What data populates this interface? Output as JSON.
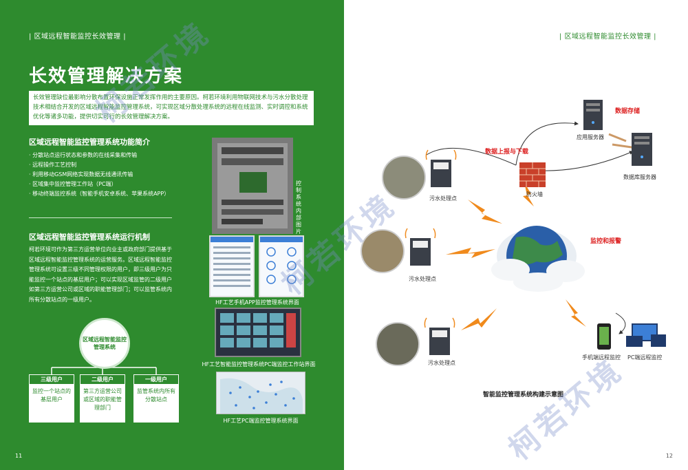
{
  "header": {
    "left": "| 区域远程智能监控长效管理 |",
    "right": "| 区域远程智能监控长效管理 |"
  },
  "title": "长效管理解决方案",
  "intro": "长效管理缺位最影响分散布置环保设施正常发挥作用的主要原因。柯若环境利用物联网技术与污水分散处理技术相结合开发的区域远程智能监控管理系统，可实现区域分散处理系统的远程在线监测、实时调控和系统优化等诸多功能，提供切实可行的长效管理解决方案。",
  "functions": {
    "title": "区域远程智能监控管理系统功能简介",
    "items": [
      "· 分散站点运行状态和参数的在线采集和传输",
      "· 远程操作工艺控制",
      "· 利用移动GSM网络实现数据无线通讯传输",
      "· 区域集中监控管理工作站（PC端）",
      "· 移动终端监控系统（智能手机安卓系统、苹果系统APP）"
    ]
  },
  "mechanism": {
    "title": "区域远程智能监控管理系统运行机制",
    "text": "柯若环境可作为第三方运营单位向业主或政府部门提供基于区域远程智能监控管理系统的运营服务。区域远程智能监控管理系统可设置三级不同管理权限的用户，即三级用户为只能监控一个站点的基层用户；可以实现区域监管的二级用户如第三方运营公司或区域的职能管理部门；可以监管系统内所有分散站点的一级用户。"
  },
  "org": {
    "center": "区域远程智能监控管理系统",
    "boxes": [
      {
        "head": "三级用户",
        "body": "监控一个站点的基层用户"
      },
      {
        "head": "二级用户",
        "body": "第三方运营公司或区域的职能管理部门"
      },
      {
        "head": "一级用户",
        "body": "监管系统内所有分散站点"
      }
    ]
  },
  "photos": {
    "cabinet_caption": "控制系统内部图片",
    "app_caption": "HF工艺手机APP监控管理系统界面",
    "pc_caption": "HF工艺智能监控管理系统PC端监控工作站界面",
    "map_caption": "HF工艺PC端监控管理系统界面"
  },
  "diagram": {
    "title": "智能监控管理系统构建示意图",
    "app_server": "应用服务器",
    "db_server": "数据库服务器",
    "firewall": "防火墙",
    "site1": "污水处理点",
    "site2": "污水处理点",
    "site3": "污水处理点",
    "mobile": "手机端远程监控",
    "pc": "PC端远程监控",
    "red_storage": "数据存储",
    "red_upload": "数据上报与下载",
    "red_monitor": "监控和报警"
  },
  "watermark": "柯若环境",
  "page_numbers": {
    "left": "11",
    "right": "12"
  },
  "colors": {
    "green": "#2e8b2e",
    "red": "#d22",
    "orange": "#f08a1c"
  }
}
